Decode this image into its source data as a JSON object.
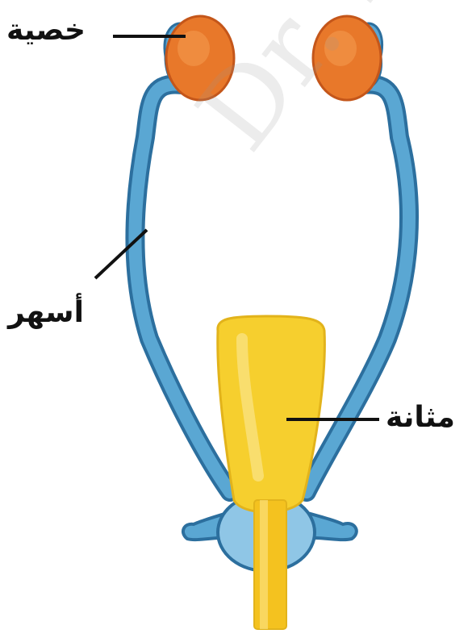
{
  "labels": {
    "testis": "خصية",
    "vas_deferens": "أسهر",
    "bladder": "مثانة"
  },
  "watermark": "Dr. Moh",
  "colors": {
    "duct": "#5aa7d3",
    "duct_outline": "#2c6f9e",
    "testis": "#e8782a",
    "bladder": "#f6cf2e",
    "urethra": "#f4c21f"
  }
}
